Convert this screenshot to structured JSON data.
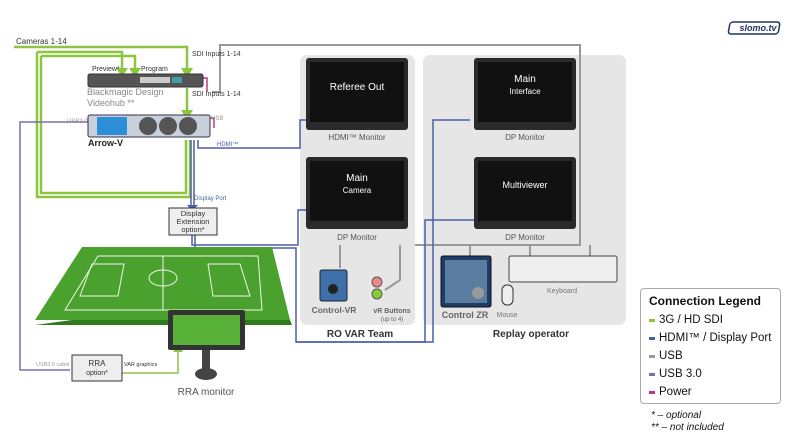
{
  "logo": "slomo.tv",
  "inputs": {
    "cameras": "Cameras 1-14",
    "sdi_inputs_1": "SDI Inputs 1-14",
    "sdi_inputs_2": "SDI Inputs 1-14",
    "preview": "Preview*",
    "program": "Program"
  },
  "devices": {
    "videohub_line1": "Blackmagic Design",
    "videohub_line2": "Videohub **",
    "arrow_v": "Arrow-V",
    "usb30": "USB3.0",
    "usb": "USB",
    "hdmi": "HDMI™",
    "display_port": "Display Port",
    "display_ext": [
      "Display",
      "Extension",
      "option*"
    ],
    "rra_option": [
      "RRA",
      "option*"
    ],
    "usb30_cable": "USB3.0 cable",
    "var_graphics": "VAR graphics",
    "rra_monitor": "RRA monitor"
  },
  "ro_var": {
    "title": "RO VAR Team",
    "monitor1": {
      "screen": "Referee Out",
      "label": "HDMI™ Monitor"
    },
    "monitor2": {
      "screen_line1": "Main",
      "screen_line2": "Camera",
      "label": "DP Monitor"
    },
    "control": "Control-VR",
    "buttons": "vR Buttons",
    "buttons_note": "(up to 4)"
  },
  "replay": {
    "title": "Replay operator",
    "monitor1": {
      "screen_line1": "Main",
      "screen_line2": "Interface",
      "label": "DP Monitor"
    },
    "monitor2": {
      "screen": "Multiviewer",
      "label": "DP Monitor"
    },
    "control": "Control ZR",
    "mouse": "Mouse",
    "keyboard": "Keyboard"
  },
  "legend": {
    "title": "Connection Legend",
    "items": [
      {
        "label": "3G / HD SDI",
        "color": "#8cc63f"
      },
      {
        "label": "HDMI™ / Display Port",
        "color": "#4a5fa8"
      },
      {
        "label": "USB",
        "color": "#999999"
      },
      {
        "label": "USB 3.0",
        "color": "#7a6fb0"
      },
      {
        "label": "Power",
        "color": "#c0397a"
      }
    ]
  },
  "notes": [
    "* – optional",
    "** – not included"
  ]
}
